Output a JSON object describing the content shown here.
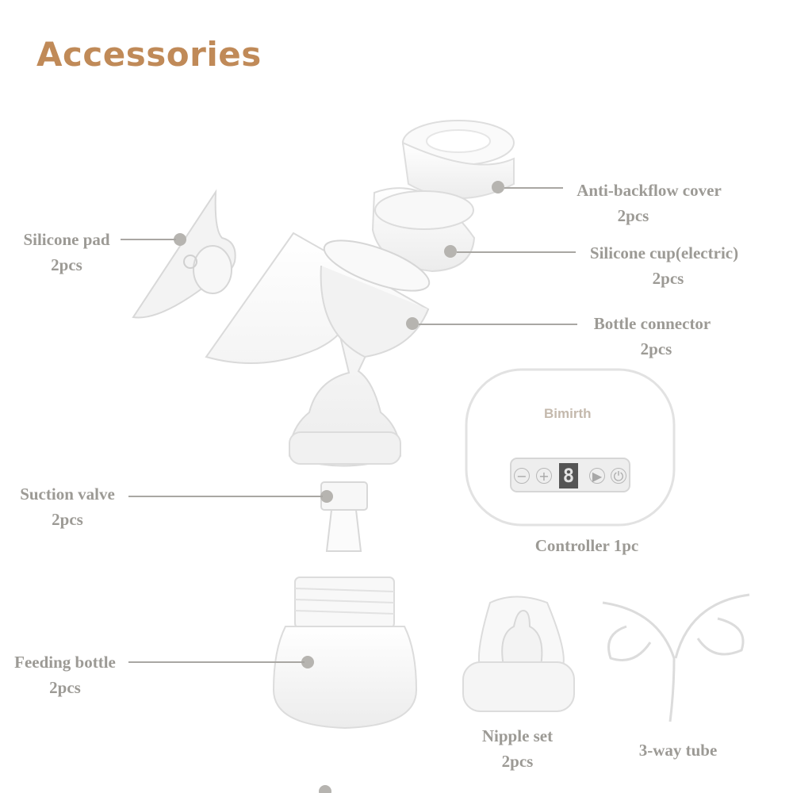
{
  "title": "Accessories",
  "parts": {
    "anti_backflow_cover": {
      "name": "Anti-backflow cover",
      "qty": "2pcs"
    },
    "silicone_cup": {
      "name": "Silicone cup(electric)",
      "qty": "2pcs"
    },
    "bottle_connector": {
      "name": "Bottle connector",
      "qty": "2pcs"
    },
    "silicone_pad": {
      "name": "Silicone pad",
      "qty": "2pcs"
    },
    "suction_valve": {
      "name": "Suction valve",
      "qty": "2pcs"
    },
    "controller": {
      "name": "Controller 1pc"
    },
    "feeding_bottle": {
      "name": "Feeding bottle",
      "qty": "2pcs"
    },
    "nipple_set": {
      "name": "Nipple set",
      "qty": "2pcs"
    },
    "three_way_tube": {
      "name": "3-way tube"
    }
  },
  "controller_panel": {
    "brand": "Bimirth",
    "display_digit": "8",
    "minus": "−",
    "plus": "+"
  },
  "colors": {
    "title": "#c08a58",
    "label": "#9c9a95",
    "leader": "#a9a7a3"
  }
}
